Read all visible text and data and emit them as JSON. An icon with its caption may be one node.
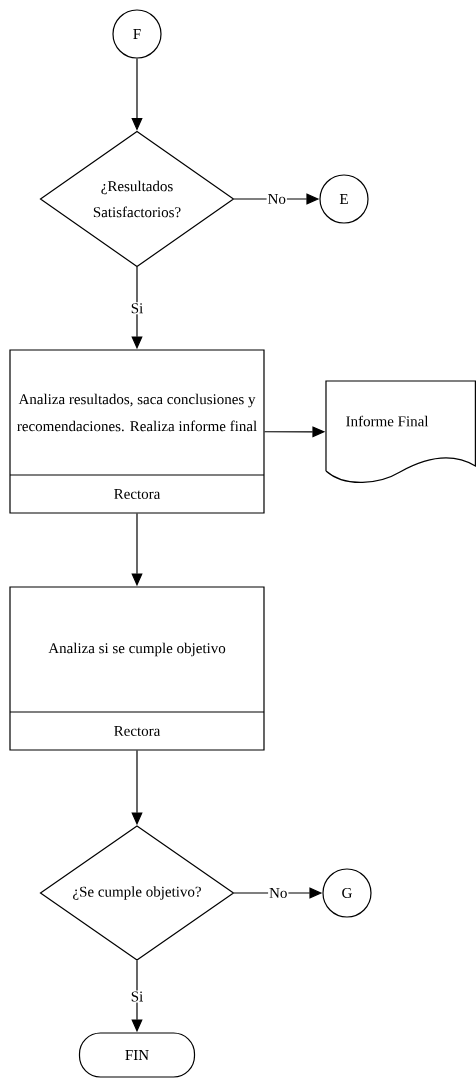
{
  "diagram": {
    "nodes": [
      {
        "text": [
          "F"
        ]
      },
      {
        "text": [
          "¿Resultados Satisfactorios?"
        ]
      },
      {
        "text": [
          "E"
        ]
      },
      {
        "text": [
          "Analiza resultados, saca conclusiones y recomendaciones. Realiza informe final",
          "Rectora"
        ]
      },
      {
        "text": [
          "Informe Final"
        ]
      },
      {
        "text": [
          "Analiza si se cumple objetivo",
          "Rectora"
        ]
      },
      {
        "text": [
          "¿Se cumple objetivo?"
        ]
      },
      {
        "text": [
          "G"
        ]
      },
      {
        "text": [
          "FIN"
        ]
      }
    ],
    "edges": [
      {
        "from": 0,
        "to": 1,
        "arrow": "to"
      },
      {
        "from": 1,
        "to": 2,
        "arrow": "to",
        "label": "No"
      },
      {
        "from": 1,
        "to": 3,
        "arrow": "to",
        "label": "Si"
      },
      {
        "from": 3,
        "to": 4,
        "arrow": "to"
      },
      {
        "from": 3,
        "to": 5,
        "arrow": "to"
      },
      {
        "from": 5,
        "to": 6,
        "arrow": "to"
      },
      {
        "from": 6,
        "to": 7,
        "arrow": "to",
        "label": "No"
      },
      {
        "from": 6,
        "to": 8,
        "arrow": "to",
        "label": "Si"
      }
    ]
  }
}
